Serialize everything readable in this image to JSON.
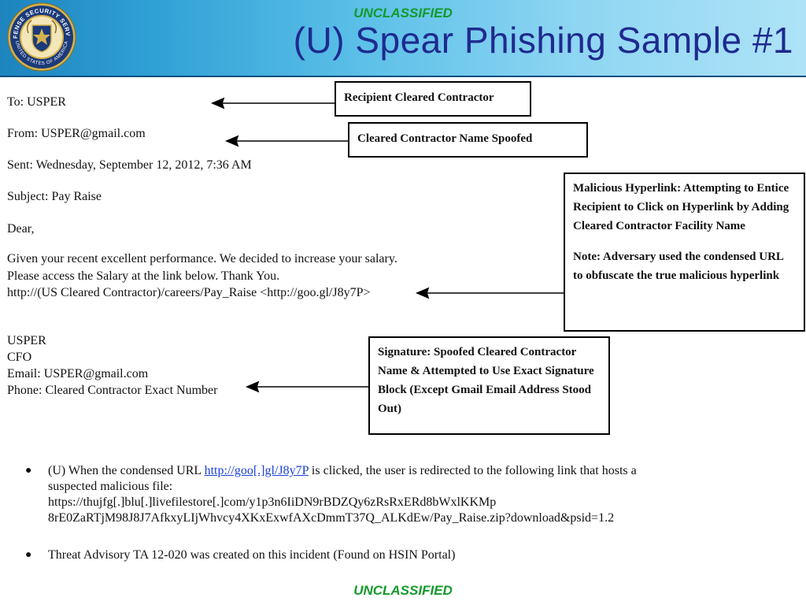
{
  "classification": "UNCLASSIFIED",
  "seal": {
    "ring_text_top": "DEFENSE SECURITY SERVICE",
    "ring_text_bottom": "UNITED STATES OF AMERICA",
    "colors": {
      "ring": "#1b3a7a",
      "gold": "#d4b24c"
    }
  },
  "title": "(U) Spear Phishing Sample #1",
  "email": {
    "to": "To: USPER",
    "from": "From: USPER@gmail.com",
    "sent": "Sent: Wednesday, September 12, 2012, 7:36 AM",
    "subject": "Subject: Pay Raise",
    "greeting": "Dear,",
    "body_line1": "Given your recent excellent performance.  We decided to increase your salary.",
    "body_line2": "Please access the Salary at the link below.  Thank You.",
    "body_line3": "http://(US Cleared Contractor)/careers/Pay_Raise  <http://goo.gl/J8y7P>",
    "sig_name": "USPER",
    "sig_title": "CFO",
    "sig_email": "Email: USPER@gmail.com",
    "sig_phone": "Phone: Cleared Contractor Exact Number"
  },
  "callouts": {
    "recipient": "Recipient Cleared Contractor",
    "spoofed": "Cleared Contractor Name Spoofed",
    "hyperlink_p1": "Malicious Hyperlink: Attempting to Entice Recipient to Click on Hyperlink by Adding Cleared Contractor Facility Name",
    "hyperlink_p2": "Note: Adversary used the condensed URL to obfuscate the true malicious hyperlink",
    "signature": "Signature: Spoofed Cleared Contractor Name & Attempted to Use Exact Signature Block  (Except Gmail Email Address Stood Out)"
  },
  "bullets": {
    "b1_prefix": "(U) When the condensed URL ",
    "b1_link": "http://goo[.]gl/J8y7P",
    "b1_suffix": " is clicked, the user is redirected to the following link that hosts a suspected malicious file:",
    "b1_url1": "https://thujfg[.]blu[.]livefilestore[.]com/y1p3n6IiDN9rBDZQy6zRsRxERd8bWxlKKMp",
    "b1_url2": "8rE0ZaRTjM98J8J7AfkxyLIjWhvcy4XKxExwfAXcDmmT37Q_ALKdEw/Pay_Raise.zip?download&psid=1.2",
    "b2": "Threat Advisory TA 12-020 was created on this incident (Found on HSIN Portal)"
  }
}
